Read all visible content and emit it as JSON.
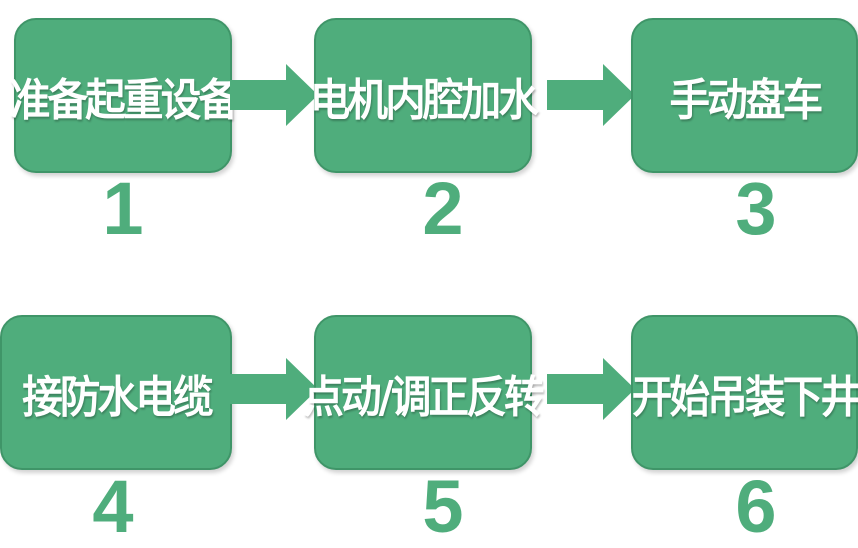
{
  "steps": [
    {
      "label": "准备起重设备",
      "number": "1"
    },
    {
      "label": "电机内腔加水",
      "number": "2"
    },
    {
      "label": "手动盘车",
      "number": "3"
    },
    {
      "label": "接防水电缆",
      "number": "4"
    },
    {
      "label": "点动/调正反转",
      "number": "5"
    },
    {
      "label": "开始吊装下井",
      "number": "6"
    }
  ],
  "colors": {
    "box_fill": "#4fad7c",
    "box_border": "#3f9568",
    "text": "#ffffff",
    "number": "#4fad7c"
  }
}
